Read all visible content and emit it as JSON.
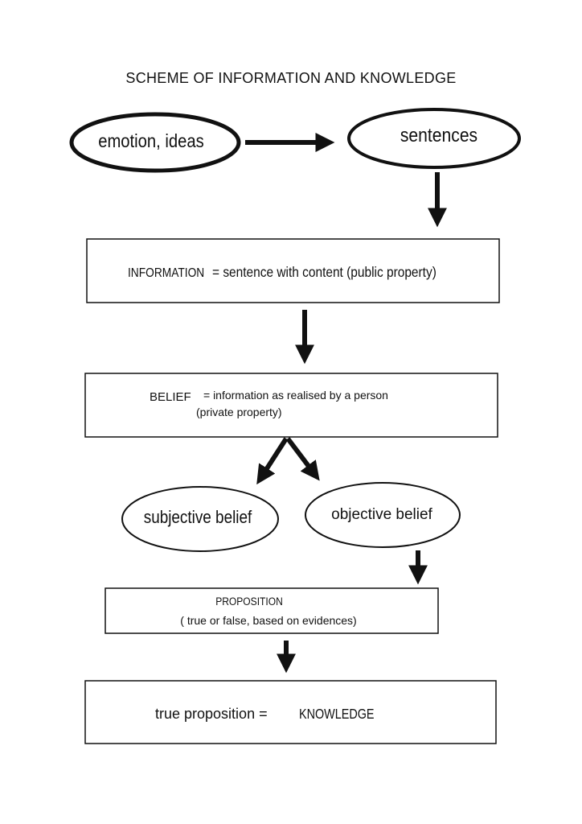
{
  "title": "SCHEME OF INFORMATION AND KNOWLEDGE",
  "nodes": {
    "emotion_ideas": {
      "text": "emotion, ideas"
    },
    "sentences": {
      "text": "sentences"
    },
    "information": {
      "label": "INFORMATION",
      "definition": "=  sentence with content (public property)"
    },
    "belief": {
      "label": "BELIEF",
      "definition": "= information as realised by a person",
      "note": "(private property)"
    },
    "subjective_belief": {
      "text": "subjective    belief"
    },
    "objective_belief": {
      "text": "objective belief"
    },
    "proposition": {
      "label": "PROPOSITION",
      "note": "( true or false, based on evidences)"
    },
    "knowledge": {
      "prefix": "true proposition =",
      "label": "KNOWLEDGE"
    }
  }
}
